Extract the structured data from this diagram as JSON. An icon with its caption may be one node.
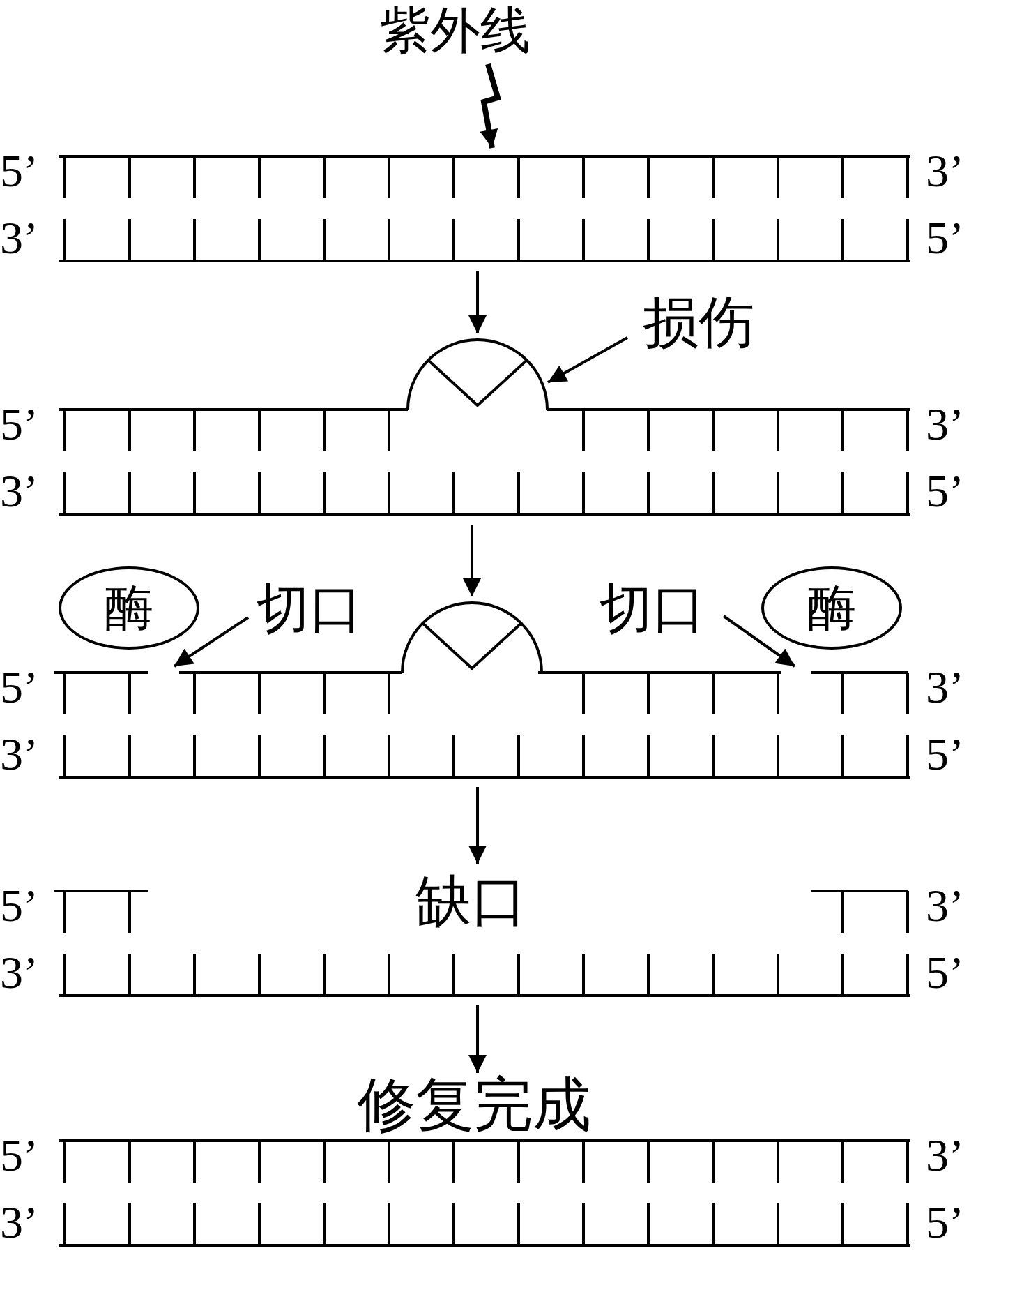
{
  "diagram": {
    "nodes": [
      {
        "text": [
          "紫外线"
        ]
      },
      {
        "text": [],
        "shape": "picture",
        "beside": [
          "5’",
          "3’",
          "3’",
          "5’"
        ]
      },
      {
        "text": [
          "损伤"
        ]
      },
      {
        "text": [],
        "shape": "picture",
        "beside": [
          "5’",
          "3’",
          "3’",
          "5’"
        ]
      },
      {
        "text": [],
        "shape": "picture",
        "in": 3
      },
      {
        "text": [
          "酶"
        ]
      },
      {
        "text": [
          "切口"
        ]
      },
      {
        "text": [
          "切口"
        ]
      },
      {
        "text": [
          "酶"
        ]
      },
      {
        "text": [],
        "shape": "picture",
        "beside": [
          "5’",
          "3’",
          "3’",
          "5’"
        ]
      },
      {
        "text": [],
        "shape": "picture",
        "beside": [
          "5’",
          "3’",
          "3’",
          "5’"
        ]
      },
      {
        "text": [],
        "shape": "picture",
        "beside": [
          "5’",
          "3’",
          "3’",
          "5’"
        ]
      }
    ],
    "edges": [
      {
        "from": 0,
        "to": 1,
        "arrow": "to",
        "style": "thick"
      },
      {
        "from": 1,
        "to": 3,
        "arrow": "to"
      },
      {
        "from": 2,
        "to": 4,
        "arrow": "to"
      },
      {
        "from": 3,
        "to": 9,
        "arrow": "to"
      },
      {
        "from": 6,
        "to": 9,
        "arrow": "to"
      },
      {
        "from": 7,
        "to": 9,
        "arrow": "to"
      },
      {
        "from": 9,
        "to": 10,
        "arrow": "to"
      },
      {
        "from": 10,
        "to": 11,
        "arrow": "to"
      }
    ],
    "labels": [
      "缺口",
      "修复完成"
    ]
  }
}
